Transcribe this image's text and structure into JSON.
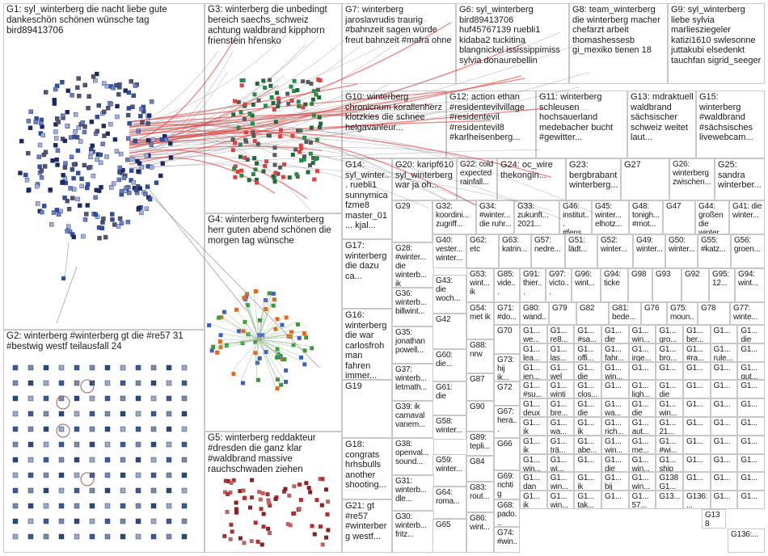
{
  "groups": [
    {
      "id": "G1",
      "text": "G1: syl_winterberg die nacht liebe gute dankeschön schönen wünsche tag bird89413706",
      "color": "#3050a0"
    },
    {
      "id": "G2",
      "text": "G2: winterberg #winterberg gt die #re57 31 #bestwig westf teilausfall 24",
      "color": "#2a3f7a"
    },
    {
      "id": "G3",
      "text": "G3: winterberg die unbedingt bereich saechs_schweiz achtung waldbrand kipphorn frienstein hřensko",
      "color": "#1e6b3a"
    },
    {
      "id": "G4",
      "text": "G4: winterberg fwwinterberg herr guten abend schönen die morgen tag wünsche",
      "color": "#3a9a3a"
    },
    {
      "id": "G5",
      "text": "G5: winterberg reddakteur #dresden die ganz klar #waldbrand massive rauchschwaden ziehen",
      "color": "#b03030"
    },
    {
      "id": "G6",
      "text": "G6: syl_winterberg bird89413706 huf45767139 ruebli1 kidaba2 tuckitina blangnickel ississippimiss sylvia donaurebellin",
      "color": "#777777"
    },
    {
      "id": "G7",
      "text": "G7: winterberg jaroslavrudis traurig #bahnzeit sagen würde freut bahnzeit #mafra ohne",
      "color": "#777777"
    },
    {
      "id": "G8",
      "text": "G8: team_winterberg die winterberg macher chefarzt arbeit thomashessesb gi_mexiko tienen 18",
      "color": "#777777"
    },
    {
      "id": "G9",
      "text": "G9: syl_winterberg liebe sylvia marliesziegeler katizi1610 swlesonne juttakubi elsedenkt tauchfan sigrid_seeger",
      "color": "#777777"
    },
    {
      "id": "G10",
      "text": "G10: winterberg chronicnum korallenherz klotzkies die schnee helgavanleur...",
      "color": "#777777"
    },
    {
      "id": "G11",
      "text": "G11: winterberg schleusen hochsauerland medebacher bucht #gewitter...",
      "color": "#777777"
    },
    {
      "id": "G12",
      "text": "G12: action ethan #residentevilvillage #residentevil #residentevil8 #karlheisenberg...",
      "color": "#777777"
    },
    {
      "id": "G13",
      "text": "G13: mdraktuell waldbrand sächsischer schweiz weitet laut...",
      "color": "#777777"
    },
    {
      "id": "G15",
      "text": "G15: winterberg #waldbrand #sächsisches livewebcam...",
      "color": "#777777"
    },
    {
      "id": "G14",
      "text": "G14: syl_winter... ruebli1 sunnymica fzme8 master_01... kjal...",
      "color": "#777777"
    },
    {
      "id": "G20",
      "text": "G20: karipf610 syl_winterberg war ja oh...",
      "color": "#777777"
    },
    {
      "id": "G22",
      "text": "G22: cold expected rainfall...",
      "color": "#777777"
    },
    {
      "id": "G24",
      "text": "G24: oc_wire thekongin...",
      "color": "#777777"
    },
    {
      "id": "G23",
      "text": "G23: bergbrabant winterberg...",
      "color": "#777777"
    },
    {
      "id": "G27",
      "text": "G27",
      "color": "#777777"
    },
    {
      "id": "G26",
      "text": "G26: winterberg zwischen...",
      "color": "#777777"
    },
    {
      "id": "G25",
      "text": "G25: sandra winterber...",
      "color": "#777777"
    },
    {
      "id": "G17",
      "text": "G17: winterberg die dazu ca...",
      "color": "#777777"
    },
    {
      "id": "G16",
      "text": "G16: winterberg die war carlosfroh man fahren immer...",
      "color": "#777777"
    },
    {
      "id": "G19",
      "text": "G19",
      "color": "#777777"
    },
    {
      "id": "G18",
      "text": "G18: congrats hrhsbulls another shooting...",
      "color": "#777777"
    },
    {
      "id": "G21",
      "text": "G21: gt #re57 #winterberg westf...",
      "color": "#777777"
    },
    {
      "id": "G28",
      "text": "G28: #winter... die winterb... ik",
      "color": "#777777"
    },
    {
      "id": "G29",
      "text": "G29",
      "color": "#777777"
    },
    {
      "id": "G32",
      "text": "G32: koordini... zugriff...",
      "color": "#777777"
    },
    {
      "id": "G34",
      "text": "G34: #winter... die ruhr...",
      "color": "#777777"
    },
    {
      "id": "G33",
      "text": "G33: zukunft... 2021...",
      "color": "#777777"
    },
    {
      "id": "G46",
      "text": "G46: institut... #fens...",
      "color": "#777777"
    },
    {
      "id": "G45",
      "text": "G45: winter... elhotz...",
      "color": "#777777"
    },
    {
      "id": "G48",
      "text": "G48: tonigh... #mot...",
      "color": "#777777"
    },
    {
      "id": "G47",
      "text": "G47",
      "color": "#777777"
    },
    {
      "id": "G44",
      "text": "G44: großen die winter...",
      "color": "#777777"
    },
    {
      "id": "G41",
      "text": "G41: die winter...",
      "color": "#777777"
    },
    {
      "id": "G36",
      "text": "G36: winterb... billwint...",
      "color": "#777777"
    },
    {
      "id": "G40",
      "text": "G40: vester... winter...",
      "color": "#777777"
    },
    {
      "id": "G62",
      "text": "G62: etc",
      "color": "#777777"
    },
    {
      "id": "G63",
      "text": "G63: katrin...",
      "color": "#777777"
    },
    {
      "id": "G57",
      "text": "G57: nedre...",
      "color": "#777777"
    },
    {
      "id": "G51",
      "text": "G51: lädt...",
      "color": "#777777"
    },
    {
      "id": "G52",
      "text": "G52: winter...",
      "color": "#777777"
    },
    {
      "id": "G49",
      "text": "G49: winter...",
      "color": "#777777"
    },
    {
      "id": "G50",
      "text": "G50: winter...",
      "color": "#777777"
    },
    {
      "id": "G55",
      "text": "G55: #katz...",
      "color": "#777777"
    },
    {
      "id": "G56",
      "text": "G56: groen...",
      "color": "#777777"
    },
    {
      "id": "G43",
      "text": "G43: die woch...",
      "color": "#777777"
    },
    {
      "id": "G53",
      "text": "G53: wint... ik",
      "color": "#777777"
    },
    {
      "id": "G85",
      "text": "G85: vide...",
      "color": "#777777"
    },
    {
      "id": "G91",
      "text": "G91: thier...",
      "color": "#777777"
    },
    {
      "id": "G97",
      "text": "G97: victo...",
      "color": "#777777"
    },
    {
      "id": "G96",
      "text": "G96: wint...",
      "color": "#777777"
    },
    {
      "id": "G94",
      "text": "G94: ticke",
      "color": "#777777"
    },
    {
      "id": "G98",
      "text": "G98",
      "color": "#777777"
    },
    {
      "id": "G93",
      "text": "G93",
      "color": "#777777"
    },
    {
      "id": "G92",
      "text": "G92",
      "color": "#777777"
    },
    {
      "id": "G95",
      "text": "G95: 12...",
      "color": "#777777"
    },
    {
      "id": "G94b",
      "text": "G94: wint...",
      "color": "#777777"
    },
    {
      "id": "G35",
      "text": "G35: jonathan powell...",
      "color": "#777777"
    },
    {
      "id": "G42",
      "text": "G42",
      "color": "#777777"
    },
    {
      "id": "G54",
      "text": "G54: met ik",
      "color": "#777777"
    },
    {
      "id": "G71",
      "text": "G71: #do...",
      "color": "#777777"
    },
    {
      "id": "G80",
      "text": "G80: wand...",
      "color": "#777777"
    },
    {
      "id": "G79",
      "text": "G79",
      "color": "#777777"
    },
    {
      "id": "G82",
      "text": "G82",
      "color": "#777777"
    },
    {
      "id": "G81",
      "text": "G81: bede...",
      "color": "#777777"
    },
    {
      "id": "G76",
      "text": "G76",
      "color": "#777777"
    },
    {
      "id": "G75",
      "text": "G75: moun...",
      "color": "#777777"
    },
    {
      "id": "G78",
      "text": "G78",
      "color": "#777777"
    },
    {
      "id": "G77",
      "text": "G77: winte...",
      "color": "#777777"
    },
    {
      "id": "G37",
      "text": "G37: winterb... letmath...",
      "color": "#777777"
    },
    {
      "id": "G60",
      "text": "G60: die...",
      "color": "#777777"
    },
    {
      "id": "G70",
      "text": "G70",
      "color": "#777777"
    },
    {
      "id": "G88",
      "text": "G88: nrw",
      "color": "#777777"
    },
    {
      "id": "G73",
      "text": "G73: hij ik...",
      "color": "#777777"
    },
    {
      "id": "G39",
      "text": "G39: ik carnaval vanem...",
      "color": "#777777"
    },
    {
      "id": "G61",
      "text": "G61: die",
      "color": "#777777"
    },
    {
      "id": "G87",
      "text": "G87",
      "color": "#777777"
    },
    {
      "id": "G72",
      "text": "G72",
      "color": "#777777"
    },
    {
      "id": "G90",
      "text": "G90",
      "color": "#777777"
    },
    {
      "id": "G67",
      "text": "G67: hera...",
      "color": "#777777"
    },
    {
      "id": "G38",
      "text": "G38: openval... sound...",
      "color": "#777777"
    },
    {
      "id": "G58",
      "text": "G58: winter...",
      "color": "#777777"
    },
    {
      "id": "G59",
      "text": "G59: winter...",
      "color": "#777777"
    },
    {
      "id": "G89",
      "text": "G89: tepli...",
      "color": "#777777"
    },
    {
      "id": "G66",
      "text": "G66",
      "color": "#777777"
    },
    {
      "id": "G84",
      "text": "G84",
      "color": "#777777"
    },
    {
      "id": "G69",
      "text": "G69: richtig",
      "color": "#777777"
    },
    {
      "id": "G31",
      "text": "G31: winterb... dle...",
      "color": "#777777"
    },
    {
      "id": "G64",
      "text": "G64: roma...",
      "color": "#777777"
    },
    {
      "id": "G83",
      "text": "G83: rout...",
      "color": "#777777"
    },
    {
      "id": "G68",
      "text": "G68: pado...",
      "color": "#777777"
    },
    {
      "id": "G30",
      "text": "G30: winterb... fritz...",
      "color": "#777777"
    },
    {
      "id": "G65",
      "text": "G65",
      "color": "#777777"
    },
    {
      "id": "G86",
      "text": "G86: wint...",
      "color": "#777777"
    },
    {
      "id": "G74",
      "text": "G74: #win...",
      "color": "#777777"
    },
    {
      "id": "G138",
      "text": "G138",
      "color": "#777777"
    },
    {
      "id": "G136",
      "text": "G136:...",
      "color": "#777777"
    }
  ],
  "smallgrid": [
    "G1... we...",
    "G1... re8...",
    "G1... #sa...",
    "G1... die",
    "G1... win...",
    "G1... gro...",
    "G1... ber...",
    "G1...",
    "G1... die",
    "G1... lea...",
    "G1... las...",
    "G1... offi...",
    "G1... fahr...",
    "G1... irge...",
    "G1... bro...",
    "G1... #ra...",
    "G1... rule...",
    "G1...",
    "G1... jen...",
    "G1... wel",
    "G1... die",
    "G1... win...",
    "G1...",
    "G1...",
    "G1...",
    "G1...",
    "G1... gut...",
    "G1... #su...",
    "G1... winti",
    "G1... clos...",
    "G1...",
    "G1... ligh...",
    "G1... die",
    "G1...",
    "G1...",
    "G1...",
    "G1... deux",
    "G1... bre...",
    "G1... die",
    "G1... wa...",
    "G1... die",
    "G1... win...",
    "G1...",
    "G1...",
    "G1...",
    "G1... ik",
    "G1... wa...",
    "G1... ik",
    "G1... rich...",
    "G1... aut...",
    "G1... 21...",
    "G1...",
    "G1...",
    "G1...",
    "G1... ik",
    "G1... trä...",
    "G1... abe...",
    "G1... win...",
    "G1... me...",
    "G1... #wi...",
    "G1...",
    "G1...",
    "G1...",
    "G1... win...",
    "G1... wi...",
    "G1...",
    "G1... die",
    "G1... win...",
    "G1... ship die",
    "G1...",
    "G1...",
    "G1...",
    "G1... dan",
    "G1... win...",
    "G1... ik",
    "G1... bij",
    "G1... win...",
    "G138 G1...",
    "G1...",
    "G1...",
    "G1...",
    "G1... ik",
    "G1... win...",
    "G1... tak...",
    "G1...",
    "G1... 57...",
    "G13...",
    "G136:...",
    "G1...",
    "G1..."
  ]
}
